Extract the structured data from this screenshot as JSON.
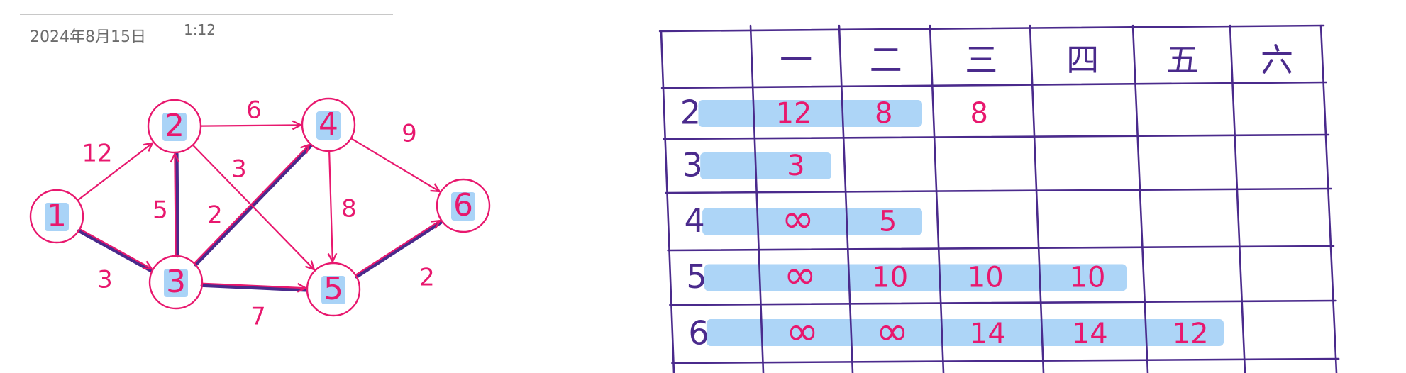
{
  "header": {
    "date": "2024年8月15日",
    "time": "1:12"
  },
  "graph": {
    "nodes": [
      {
        "id": "1",
        "label": "1",
        "highlighted": true
      },
      {
        "id": "2",
        "label": "2",
        "highlighted": true
      },
      {
        "id": "3",
        "label": "3",
        "highlighted": true
      },
      {
        "id": "4",
        "label": "4",
        "highlighted": true
      },
      {
        "id": "5",
        "label": "5",
        "highlighted": true
      },
      {
        "id": "6",
        "label": "6",
        "highlighted": true
      }
    ],
    "edges": [
      {
        "from": "1",
        "to": "2",
        "weight": "12",
        "path": false
      },
      {
        "from": "1",
        "to": "3",
        "weight": "3",
        "path": true
      },
      {
        "from": "3",
        "to": "2",
        "weight": "5",
        "path": true
      },
      {
        "from": "2",
        "to": "4",
        "weight": "6",
        "path": false
      },
      {
        "from": "2",
        "to": "5",
        "weight": "3",
        "path": false
      },
      {
        "from": "3",
        "to": "4",
        "weight": "2",
        "path": true
      },
      {
        "from": "3",
        "to": "5",
        "weight": "7",
        "path": true
      },
      {
        "from": "4",
        "to": "5",
        "weight": "8",
        "path": false
      },
      {
        "from": "4",
        "to": "6",
        "weight": "9",
        "path": false
      },
      {
        "from": "5",
        "to": "6",
        "weight": "2",
        "path": true
      }
    ]
  },
  "table": {
    "headers": [
      "",
      "一",
      "二",
      "三",
      "四",
      "五",
      "六"
    ],
    "rows": [
      {
        "label": "2",
        "cells": [
          "12",
          "8",
          "8",
          "",
          "",
          ""
        ]
      },
      {
        "label": "3",
        "cells": [
          "3",
          "",
          "",
          "",
          "",
          ""
        ]
      },
      {
        "label": "4",
        "cells": [
          "∞",
          "5",
          "",
          "",
          "",
          ""
        ]
      },
      {
        "label": "5",
        "cells": [
          "∞",
          "10",
          "10",
          "10",
          "",
          ""
        ]
      },
      {
        "label": "6",
        "cells": [
          "∞",
          "∞",
          "14",
          "14",
          "12",
          ""
        ]
      }
    ],
    "highlight_spans": [
      2,
      1,
      2,
      4,
      5
    ]
  },
  "colors": {
    "ink_pink": "#e8186e",
    "ink_purple": "#4a2a8c",
    "highlight_blue": "#a9d3f7",
    "header_text": "#6b6b6b"
  }
}
